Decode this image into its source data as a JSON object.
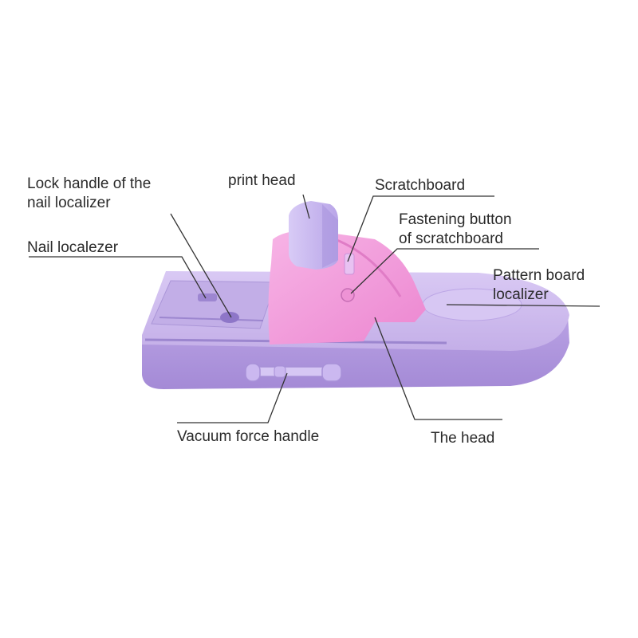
{
  "labels": {
    "lock_handle": {
      "line1": "Lock handle of the",
      "line2": "nail localizer"
    },
    "print_head": "print head",
    "scratchboard": "Scratchboard",
    "fastening_button": {
      "line1": "Fastening button",
      "line2": "of scratchboard"
    },
    "nail_localizer": "Nail localezer",
    "pattern_board_localizer": {
      "line1": "Pattern board",
      "line2": "localizer"
    },
    "vacuum_force_handle": "Vacuum force handle",
    "the_head": "The head"
  },
  "colors": {
    "base_purple": "#c7b3ea",
    "base_shadow": "#a993d6",
    "head_pink": "#f39bdc",
    "print_head_lavender": "#c9b8ef",
    "leader_line": "#333333"
  }
}
